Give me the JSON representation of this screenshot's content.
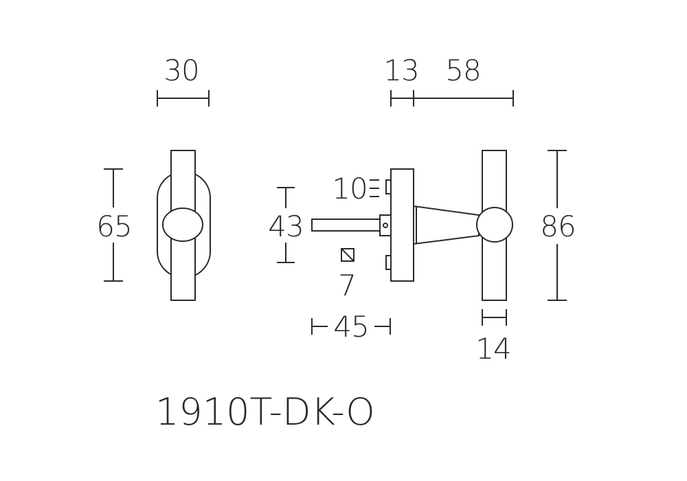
{
  "model_code": "1910T-DK-O",
  "dimensions": {
    "front_width": "30",
    "front_height": "65",
    "rose_width": "13",
    "lever_length": "58",
    "lever_total": "86",
    "spindle_length": "43",
    "screw_spacing": "10",
    "spindle_square": "7",
    "spindle_total": "45",
    "grip_diameter": "14"
  },
  "colors": {
    "line": "#2a2a2a",
    "background": "#ffffff"
  }
}
